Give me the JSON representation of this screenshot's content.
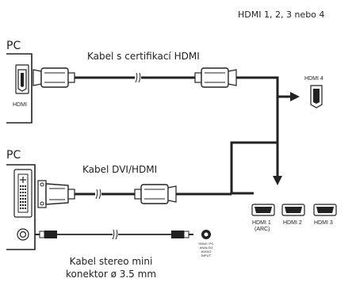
{
  "header_label": "HDMI 1, 2, 3 nebo 4",
  "pc_top": {
    "title": "PC",
    "port_label": "HDMI"
  },
  "pc_bottom": {
    "title": "PC"
  },
  "cable_hdmi_label": "Kabel s certifikací HDMI",
  "cable_dvi_label": "Kabel DVI/HDMI",
  "cable_stereo_label_line1": "Kabel stereo mini",
  "cable_stereo_label_line2": "konektor ø 3.5 mm",
  "tv": {
    "hdmi4_label": "HDMI 4",
    "ports": [
      {
        "label": "HDMI 1",
        "sublabel": "(ARC)"
      },
      {
        "label": "HDMI 2",
        "sublabel": ""
      },
      {
        "label": "HDMI 3",
        "sublabel": ""
      }
    ],
    "audio_input_lines": [
      "HDMI / PC",
      "ANALOG",
      "AUDIO",
      "INPUT"
    ]
  }
}
